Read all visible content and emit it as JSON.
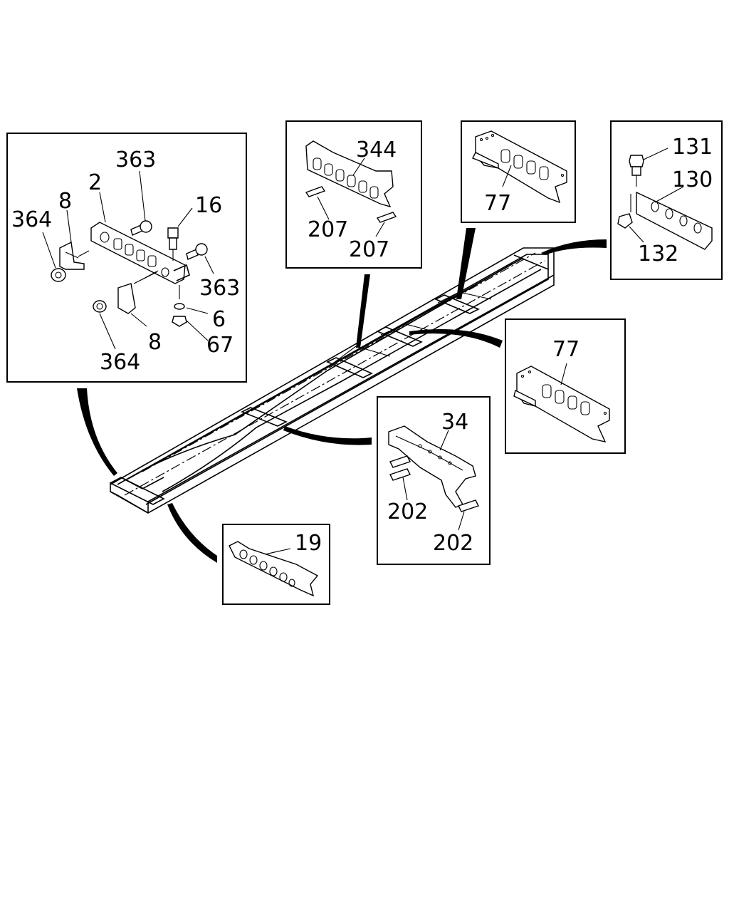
{
  "diagram": {
    "callouts": {
      "box_bracket": {
        "p363a": "363",
        "p2": "2",
        "p16": "16",
        "p8a": "8",
        "p364a": "364",
        "p363b": "363",
        "p6": "6",
        "p67": "67",
        "p8b": "8",
        "p364b": "364"
      },
      "box_344": {
        "p344": "344",
        "p207a": "207",
        "p207b": "207"
      },
      "box_77a": {
        "p77": "77"
      },
      "box_130": {
        "p131": "131",
        "p130": "130",
        "p132": "132"
      },
      "box_77b": {
        "p77": "77"
      },
      "box_34": {
        "p34": "34",
        "p202a": "202",
        "p202b": "202"
      },
      "box_19": {
        "p19": "19"
      }
    }
  }
}
